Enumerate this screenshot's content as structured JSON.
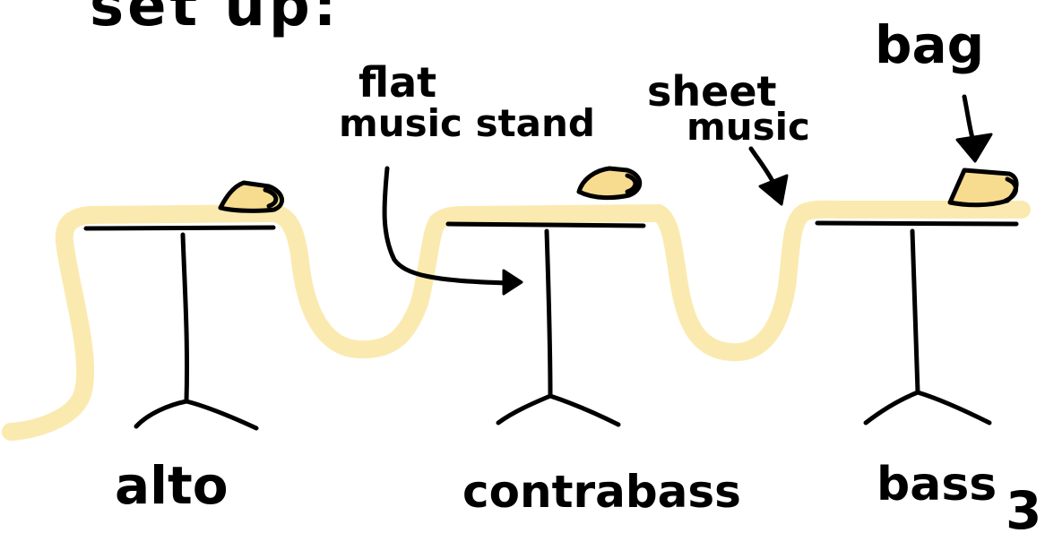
{
  "diagram": {
    "title_fragment": "set up:",
    "page_number": "3",
    "colors": {
      "ink": "#000000",
      "sheet_music_highlight": "#fbeab0",
      "bag_fill": "#f7dc8f",
      "background": "#ffffff"
    },
    "stands": [
      {
        "label": "alto"
      },
      {
        "label": "contrabass"
      },
      {
        "label": "bass"
      }
    ],
    "annotations": {
      "flat_stand_line1": "flat",
      "flat_stand_line2": "music stand",
      "sheet_music_line1": "sheet",
      "sheet_music_line2": "music",
      "bag": "bag"
    }
  }
}
